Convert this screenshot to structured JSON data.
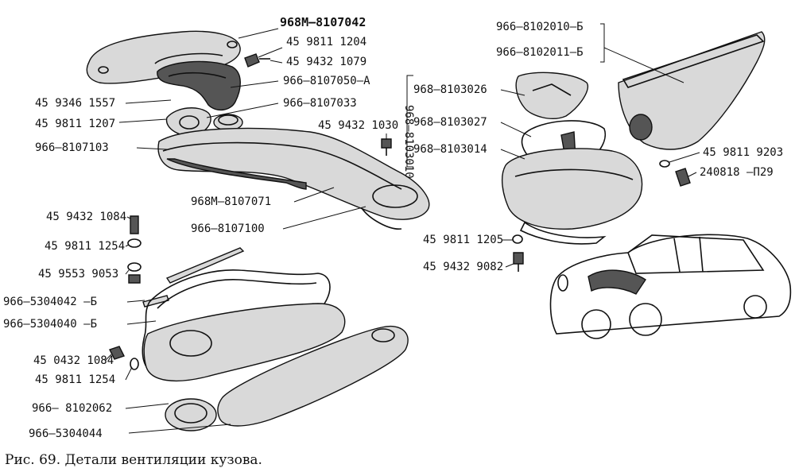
{
  "caption": "Рис. 69. Детали вентиляции кузова.",
  "parts": {
    "p_968m_8107042": "968М–8107042",
    "p_45_9811_1204": "45 9811 1204",
    "p_45_9432_1079": "45 9432 1079",
    "p_966_8107050_a": "966–8107050–А",
    "p_45_9346_1557": "45 9346 1557",
    "p_966_8107033": "966–8107033",
    "p_45_9811_1207": "45 9811 1207",
    "p_45_9432_1030": "45 9432 1030",
    "p_966_8107103": "966–8107103",
    "p_968m_8107071": "968М–8107071",
    "p_966_8107100": "966–8107100",
    "p_968_8103010": "968–8103010",
    "p_968_8103026": "968–8103026",
    "p_968_8103027": "968–8103027",
    "p_968_8103014": "968–8103014",
    "p_966_8102010_b": "966–8102010–Б",
    "p_966_8102011_b": "966–8102011–Б",
    "p_45_9811_9203": "45 9811 9203",
    "p_240818_p29": "240818 –П29",
    "p_45_9811_1205": "45 9811 1205",
    "p_45_9432_9082": "45 9432 9082",
    "p_45_9432_1084": "45 9432 1084",
    "p_45_9811_1254_a": "45 9811 1254",
    "p_45_9553_9053": "45 9553 9053",
    "p_966_5304042_b": "966–5304042 –Б",
    "p_966_5304040_b": "966–5304040 –Б",
    "p_45_0432_1084": "45 0432 1084",
    "p_45_9811_1254_b": "45 9811 1254",
    "p_966_8102062": "966– 8102062",
    "p_966_5304044": "966–5304044"
  }
}
